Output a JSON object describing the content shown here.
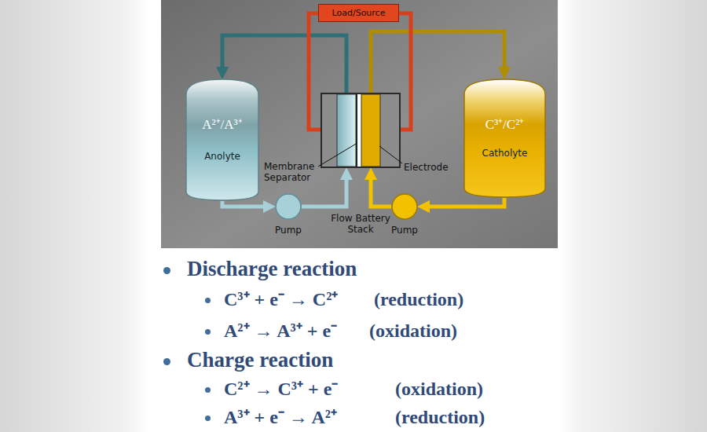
{
  "diagram": {
    "nodes": [
      {
        "text": [
          "Load/Source"
        ]
      },
      {
        "text": [
          "A²⁺/A³⁺",
          "Anolyte"
        ]
      },
      {
        "text": [
          "Flow Battery Stack"
        ]
      },
      {
        "text": [
          "C³⁺/C²⁺",
          "Catholyte"
        ]
      },
      {
        "text": [
          "Pump"
        ]
      },
      {
        "text": [
          "Pump"
        ]
      }
    ],
    "edges": [
      {
        "from": 2,
        "to": 1,
        "arrow": "to"
      },
      {
        "from": 2,
        "to": 3,
        "arrow": "to"
      },
      {
        "from": 1,
        "to": 4,
        "arrow": "to"
      },
      {
        "from": 4,
        "to": 2,
        "arrow": "to"
      },
      {
        "from": 3,
        "to": 5,
        "arrow": "to"
      },
      {
        "from": 5,
        "to": 2,
        "arrow": "to"
      },
      {
        "from": 0,
        "to": 2,
        "arrow": "none"
      },
      {
        "from": 0,
        "to": 2,
        "arrow": "none"
      }
    ],
    "labels": [
      "Membrane Separator",
      "Electrode",
      "Discharge reaction",
      "C³⁺ + e⁻ → C²⁺",
      "(reduction)",
      "A²⁺ → A³⁺ + e⁻",
      "(oxidation)",
      "Charge reaction",
      "C²⁺ → C³⁺ + e⁻",
      "(oxidation)",
      "A³⁺ + e⁻ → A²⁺",
      "(reduction)"
    ]
  }
}
